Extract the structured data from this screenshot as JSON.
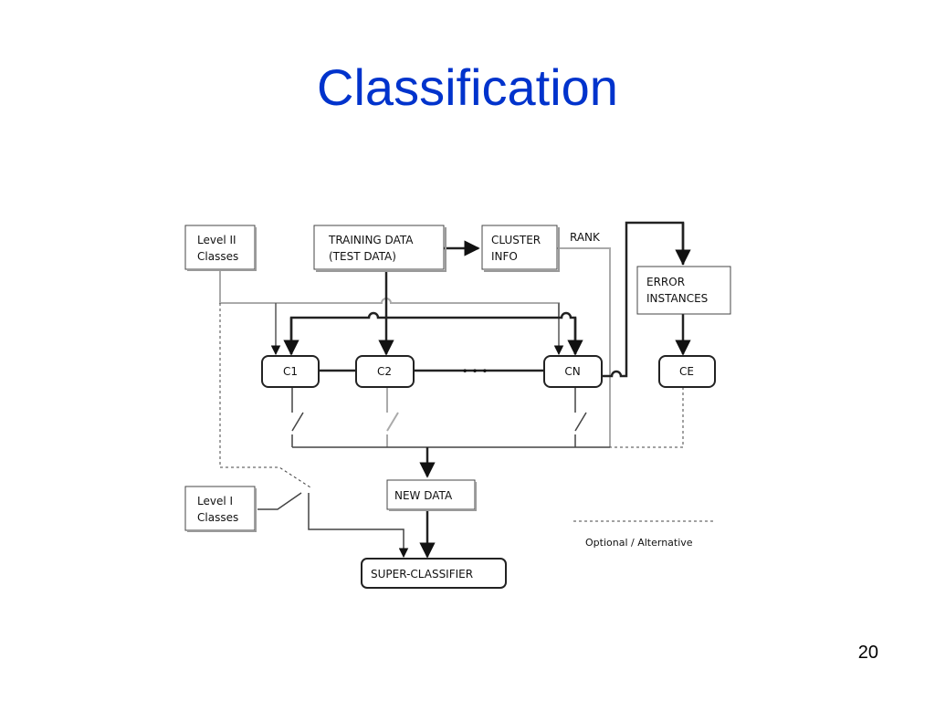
{
  "slide": {
    "title": "Classification",
    "page_number": "20"
  },
  "diagram": {
    "level2_classes": [
      "Level II",
      "Classes"
    ],
    "training_data": [
      "TRAINING DATA",
      "(TEST DATA)"
    ],
    "cluster_info": [
      "CLUSTER",
      "INFO"
    ],
    "rank_label": "RANK",
    "error_instances": [
      "ERROR",
      "INSTANCES"
    ],
    "classifiers": [
      "C1",
      "C2",
      "CN"
    ],
    "ellipsis": "• • •",
    "error_classifier": "CE",
    "level1_classes": [
      "Level I",
      "Classes"
    ],
    "new_data": "NEW DATA",
    "super_classifier": "SUPER-CLASSIFIER",
    "legend": "Optional / Alternative"
  }
}
